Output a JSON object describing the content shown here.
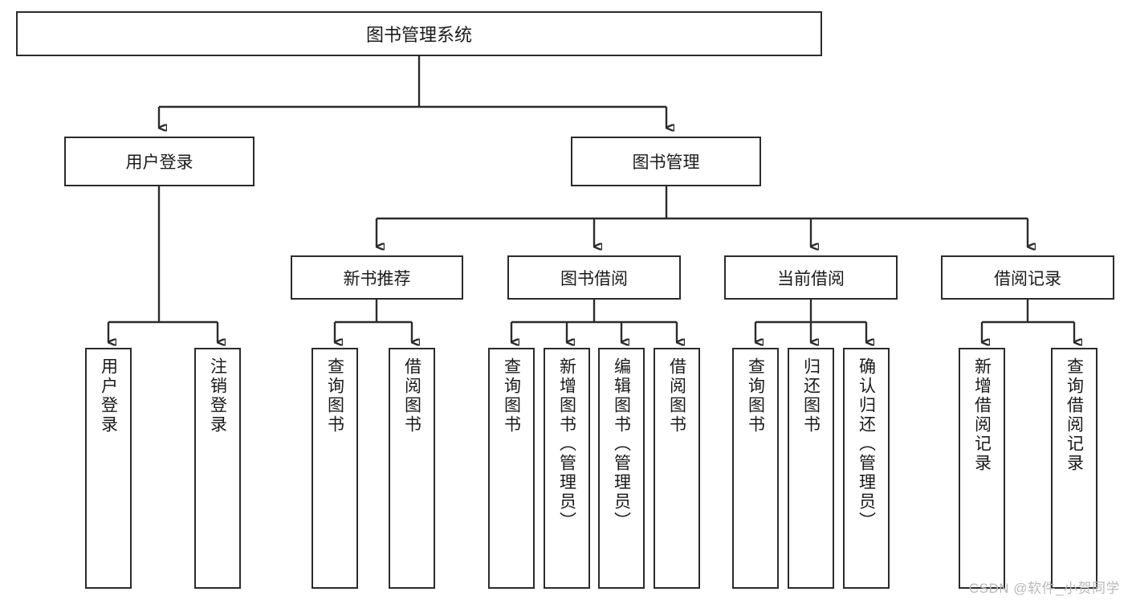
{
  "diagram": {
    "title": "图书管理系统",
    "type": "tree",
    "watermark": "CSDN @软件_小贺同学",
    "colors": {
      "box_border": "#2b2b2b",
      "box_fill": "#ffffff",
      "connector": "#2b2b2b",
      "text": "#1a1a1a",
      "watermark": "#b9b9b9"
    },
    "root": {
      "label": "图书管理系统"
    },
    "level2": [
      {
        "label": "用户登录"
      },
      {
        "label": "图书管理"
      }
    ],
    "level3": [
      {
        "label": "新书推荐"
      },
      {
        "label": "图书借阅"
      },
      {
        "label": "当前借阅"
      },
      {
        "label": "借阅记录"
      }
    ],
    "leaves": {
      "user_login": [
        {
          "label": "用户登录"
        },
        {
          "label": "注销登录"
        }
      ],
      "new_book": [
        {
          "label": "查询图书"
        },
        {
          "label": "借阅图书"
        }
      ],
      "book_borrow": [
        {
          "label": "查询图书"
        },
        {
          "label": "新增图书（管理员）"
        },
        {
          "label": "编辑图书（管理员）"
        },
        {
          "label": "借阅图书"
        }
      ],
      "current_borrow": [
        {
          "label": "查询图书"
        },
        {
          "label": "归还图书"
        },
        {
          "label": "确认归还（管理员）"
        }
      ],
      "borrow_record": [
        {
          "label": "新增借阅记录"
        },
        {
          "label": "查询借阅记录"
        }
      ]
    }
  }
}
